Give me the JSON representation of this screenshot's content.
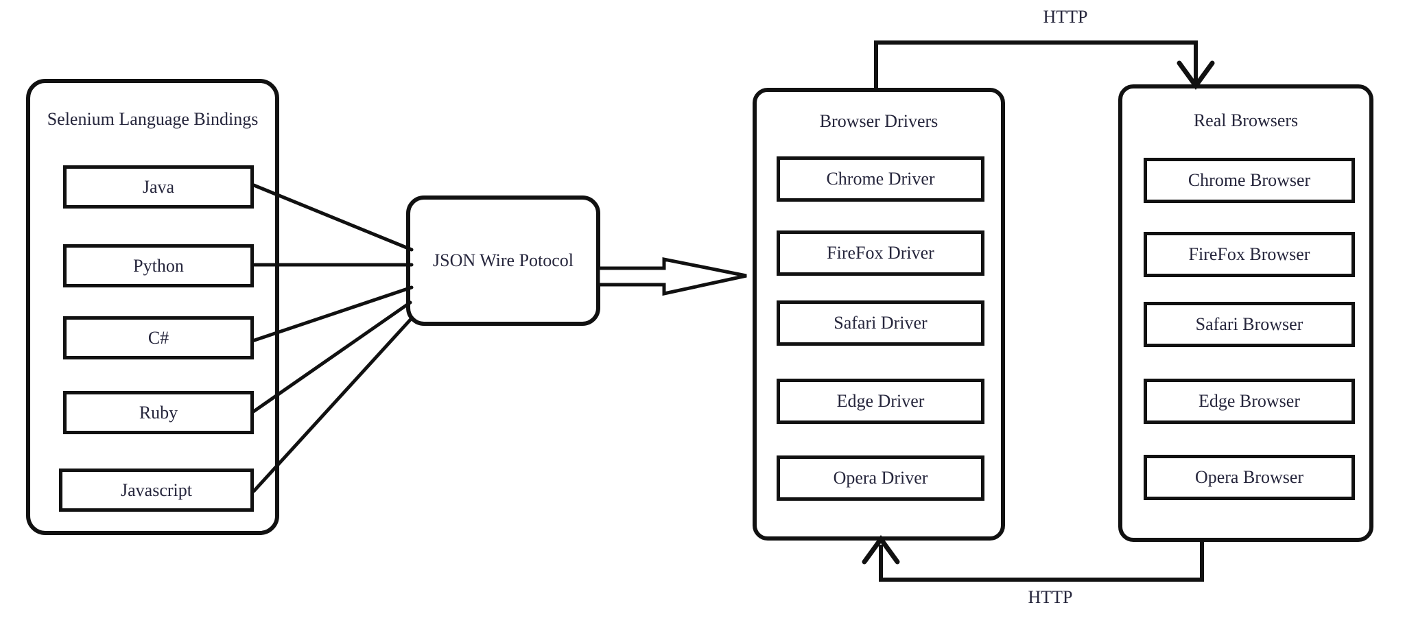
{
  "diagram": {
    "colors": {
      "background": "#ffffff",
      "line": "#111111",
      "text": "#26263c"
    },
    "labels": {
      "http_top": "HTTP",
      "http_bottom": "HTTP"
    },
    "groups": [
      {
        "title": "Selenium Language Bindings",
        "items": [
          "Java",
          "Python",
          "C#",
          "Ruby",
          "Javascript"
        ]
      },
      {
        "title": "JSON Wire Potocol"
      },
      {
        "title": "Browser Drivers",
        "items": [
          "Chrome Driver",
          "FireFox Driver",
          "Safari Driver",
          "Edge Driver",
          "Opera Driver"
        ]
      },
      {
        "title": "Real Browsers",
        "items": [
          "Chrome Browser",
          "FireFox Browser",
          "Safari Browser",
          "Edge Browser",
          "Opera Browser"
        ]
      }
    ]
  }
}
